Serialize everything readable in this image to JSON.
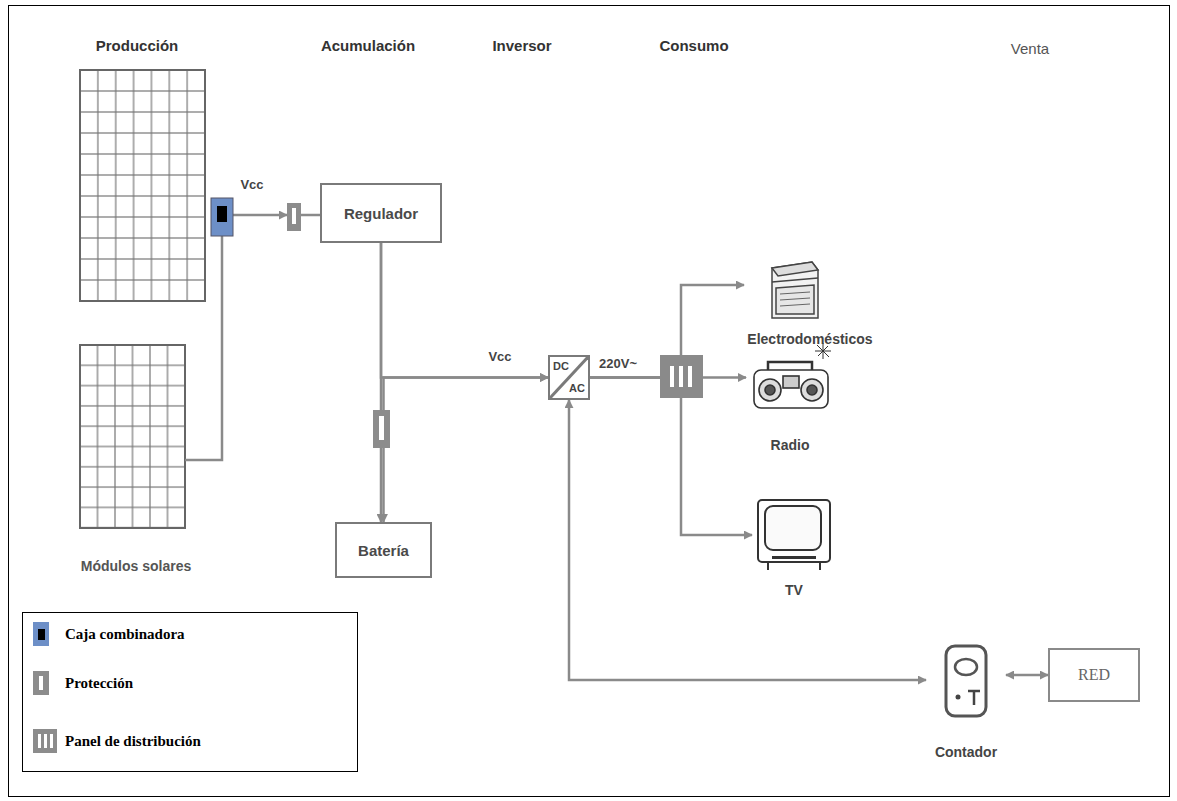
{
  "diagram": {
    "nodes": [
      {
        "text": [
          "Regulador"
        ]
      },
      {
        "text": [
          "Batería"
        ]
      },
      {
        "text": [
          "DC",
          "AC"
        ]
      },
      {
        "text": [
          "Electrodomésticos"
        ]
      },
      {
        "text": [
          "Radio"
        ]
      },
      {
        "text": [
          "TV"
        ]
      },
      {
        "text": [
          "Contador"
        ]
      },
      {
        "text": [
          "RED"
        ]
      }
    ],
    "edges": [
      {
        "from": 0,
        "to": 2,
        "arrow": "to",
        "label": "Vcc"
      },
      {
        "from": 1,
        "to": 2,
        "arrow": "both"
      },
      {
        "from": 0,
        "to": 1,
        "arrow": "to"
      },
      {
        "from": 2,
        "to": 3,
        "arrow": "to"
      },
      {
        "from": 2,
        "to": 4,
        "arrow": "to"
      },
      {
        "from": 2,
        "to": 5,
        "arrow": "to"
      },
      {
        "from": 2,
        "to": 6,
        "arrow": "both"
      },
      {
        "from": 6,
        "to": 7,
        "arrow": "both"
      }
    ],
    "labels": [
      "Producción",
      "Acumulación",
      "Inversor",
      "Consumo",
      "Venta",
      "Vcc",
      "220V~",
      "Módulos solares"
    ],
    "legend": [
      {
        "text": "Caja combinadora",
        "color": "#6d8fc7"
      },
      {
        "text": "Protección",
        "color": "#8c8c8c"
      },
      {
        "text": "Panel de distribución",
        "color": "#8c8c8c"
      }
    ]
  }
}
